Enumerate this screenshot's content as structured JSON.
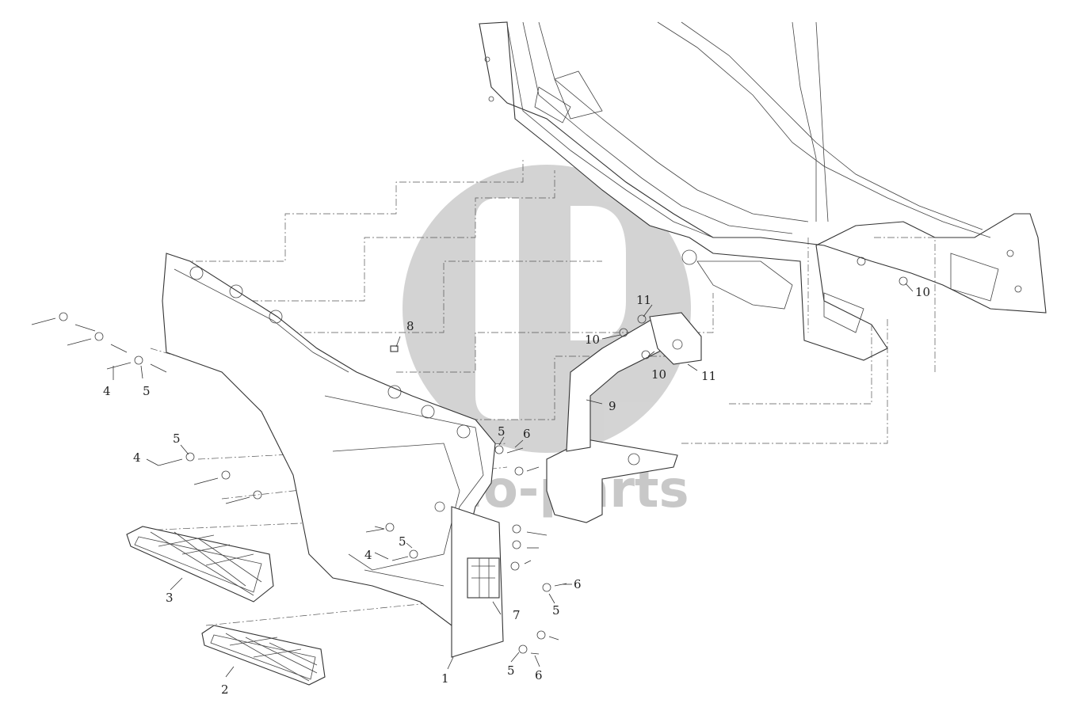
{
  "diagram": {
    "watermark": "dado-parts",
    "corner_mark": "",
    "callouts": [
      "1",
      "2",
      "3",
      "4",
      "5",
      "6",
      "7",
      "8",
      "9",
      "10",
      "11"
    ],
    "colors": {
      "line": "#333333",
      "watermark": "#cccccc",
      "background": "#ffffff"
    }
  }
}
